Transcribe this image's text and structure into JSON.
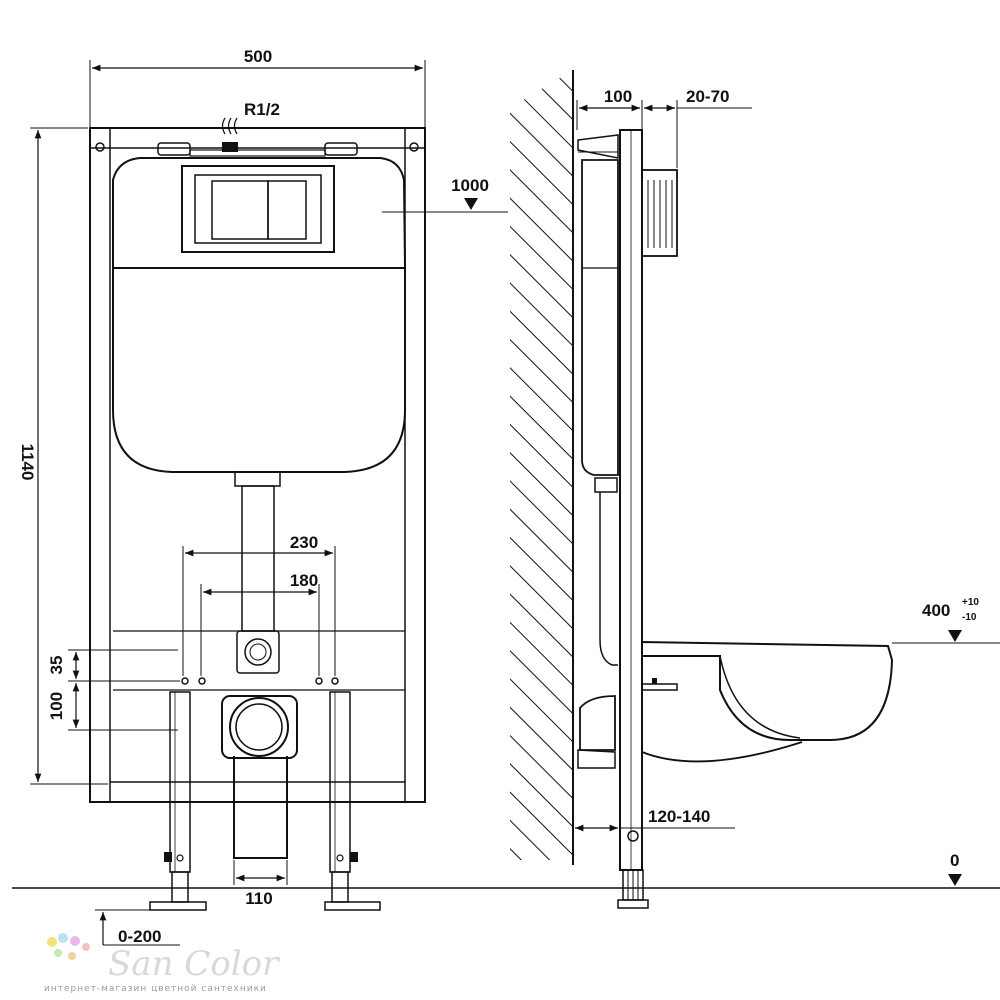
{
  "dimensions": {
    "frame_width": "500",
    "pipe_thread": "R1/2",
    "actuator_height": "1000",
    "frame_height": "1140",
    "stud_spacing_outer": "230",
    "stud_spacing_inner": "180",
    "stud_offset_small": "35",
    "stud_offset_large": "100",
    "drain_width": "110",
    "leg_adjust": "0-200",
    "frame_depth": "100",
    "wall_finish": "20-70",
    "seat_height": "400",
    "seat_tol_plus": "+10",
    "seat_tol_minus": "-10",
    "foot_depth": "120-140",
    "floor_level": "0"
  },
  "watermark": {
    "brand": "San Color",
    "tagline": "интернет-магазин цветной сантехники"
  }
}
